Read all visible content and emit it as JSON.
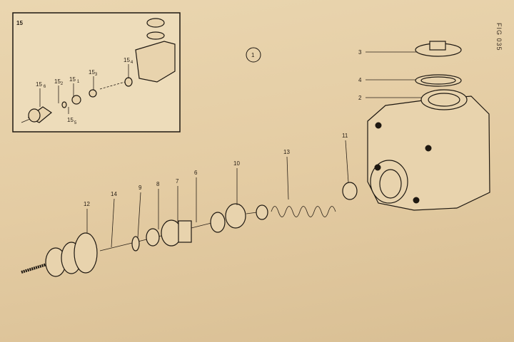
{
  "figure": {
    "title": "FIG 035",
    "view_number": "1"
  },
  "inset": {
    "title": "15",
    "labels": [
      {
        "main": "15",
        "sub": "6"
      },
      {
        "main": "15",
        "sub": "2"
      },
      {
        "main": "15",
        "sub": "1"
      },
      {
        "main": "15",
        "sub": "3"
      },
      {
        "main": "15",
        "sub": "4"
      },
      {
        "main": "15",
        "sub": "5"
      }
    ]
  },
  "callouts": [
    "3",
    "4",
    "2",
    "11",
    "13",
    "10",
    "6",
    "7",
    "8",
    "9",
    "14",
    "12"
  ]
}
